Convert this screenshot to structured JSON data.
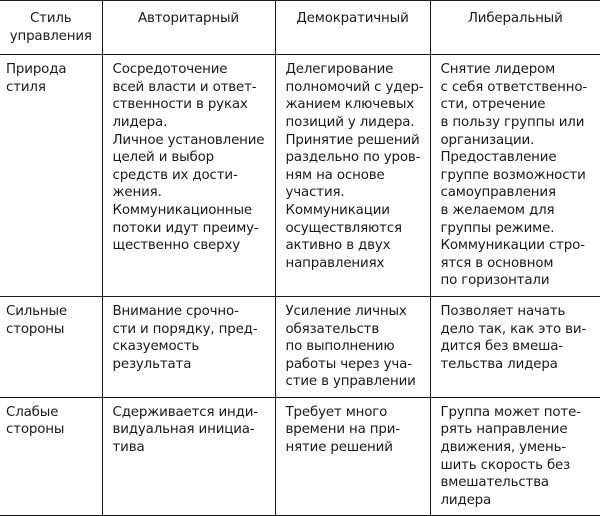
{
  "headers": [
    [
      "Стиль",
      "управления"
    ],
    [
      "Авторитарный"
    ],
    [
      "Демократичный"
    ],
    [
      "Либеральный"
    ]
  ],
  "rows": [
    {
      "label": [
        "Природа",
        "стиля"
      ],
      "cells": [
        [
          "Сосредоточение",
          "всей власти и ответ-",
          "ственности в руках",
          "лидера.",
          "Личное установление",
          "целей и выбор",
          "средств их дости-",
          "жения.",
          "Коммуникационные",
          "потоки идут преиму-",
          "щественно сверху"
        ],
        [
          "Делегирование",
          "полномочий с удер-",
          "жанием ключевых",
          "позиций у лидера.",
          "Принятие решений",
          "раздельно по уров-",
          "ням на основе",
          "участия.",
          "Коммуникации",
          "осуществляются",
          "активно в двух",
          "направлениях"
        ],
        [
          "Снятие лидером",
          "с себя ответственно-",
          "сти, отречение",
          "в пользу группы или",
          "организации.",
          "Предоставление",
          "группе возможности",
          "самоуправления",
          "в желаемом для",
          "группы режиме.",
          "Коммуникации стро-",
          "ятся в основном",
          "по горизонтали"
        ]
      ]
    },
    {
      "label": [
        "Сильные",
        "стороны"
      ],
      "cells": [
        [
          "Внимание срочно-",
          "сти и порядку, пред-",
          "сказуемость",
          "результата"
        ],
        [
          "Усиление личных",
          "обязательств",
          "по выполнению",
          "работы через уча-",
          "стие в управлении"
        ],
        [
          "Позволяет начать",
          "дело так, как это ви-",
          "дится без вмеша-",
          "тельства лидера"
        ]
      ]
    },
    {
      "label": [
        "Слабые",
        "стороны"
      ],
      "cells": [
        [
          "Сдерживается инди-",
          "видуальная инициа-",
          "тива"
        ],
        [
          "Требует много",
          "времени на при-",
          "нятие решений"
        ],
        [
          "Группа может поте-",
          "рять направление",
          "движения, умень-",
          "шить скорость без",
          "вмешательства",
          "лидера"
        ]
      ]
    }
  ]
}
